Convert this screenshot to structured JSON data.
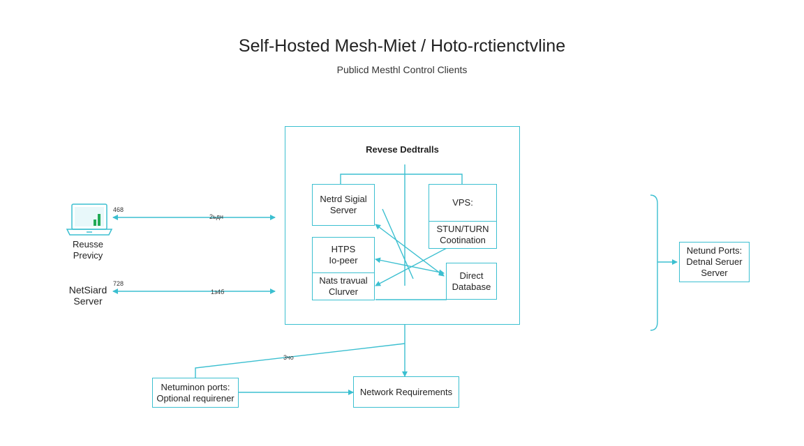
{
  "header": {
    "title": "Self-Hosted Mesh-Miet / Hoto-rctienctvline",
    "subtitle": "Publicd Mesthl Control Clients"
  },
  "left": {
    "laptop_label_line1": "Reusse",
    "laptop_label_line2": "Previcy",
    "server_label_line1": "NetSiard",
    "server_label_line2": "Server",
    "port_top": "468",
    "port_top_mid": "2ьдн",
    "port_bottom": "728",
    "port_bottom_mid": "1з4б"
  },
  "main_box": {
    "title": "Revese Dedtralls",
    "signal_line1": "Netrd Sigial",
    "signal_line2": "Server",
    "https_line1": "HTPS",
    "https_line2": "Io-peer",
    "nats_line1": "Nats travual",
    "nats_line2": "Clurver",
    "vps": "VPS:",
    "stun_line1": "STUN/TURN",
    "stun_line2": "Cootination",
    "direct_line1": "Direct",
    "direct_line2": "Database"
  },
  "right": {
    "line1": "Netund Ports:",
    "line2": "Detnal Seruer",
    "line3": "Server"
  },
  "bottom": {
    "port_label": "3чо",
    "optional_line1": "Netuminon ports:",
    "optional_line2": "Optional requirener",
    "network": "Network Requirements"
  },
  "colors": {
    "accent": "#3bbfd0",
    "green": "#22aa55"
  }
}
